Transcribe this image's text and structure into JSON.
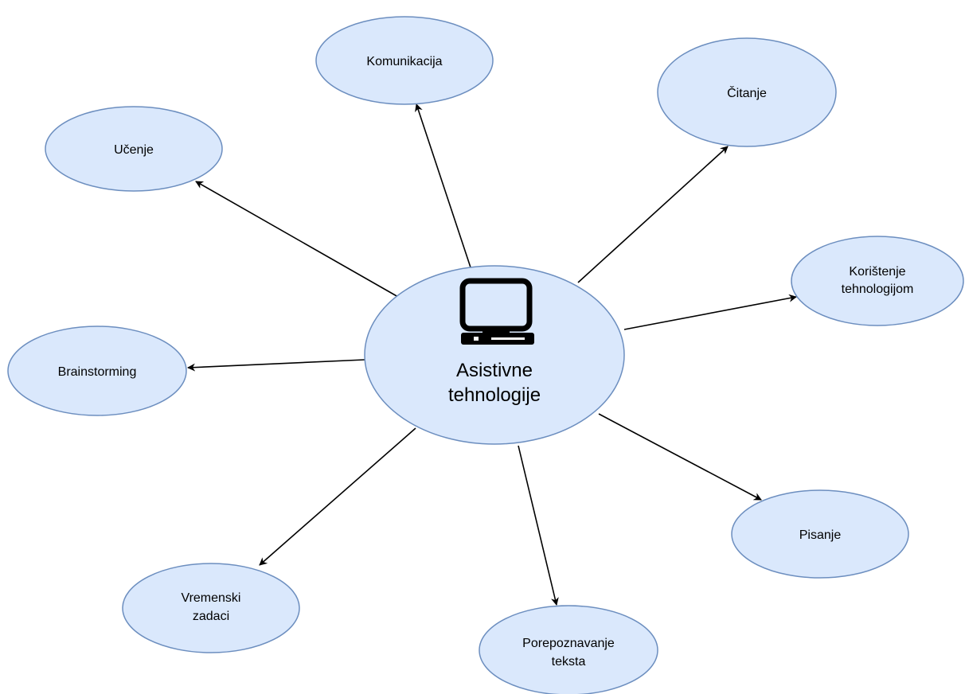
{
  "diagram": {
    "center": {
      "label_line1": "Asistivne",
      "label_line2": "tehnologije",
      "icon": "computer-monitor-icon"
    },
    "nodes": [
      {
        "id": "komunikacija",
        "line1": "Komunikacija",
        "line2": ""
      },
      {
        "id": "citanje",
        "line1": "Čitanje",
        "line2": ""
      },
      {
        "id": "ucenje",
        "line1": "Učenje",
        "line2": ""
      },
      {
        "id": "koristenje",
        "line1": "Korištenje",
        "line2": "tehnologijom"
      },
      {
        "id": "brainstorming",
        "line1": "Brainstorming",
        "line2": ""
      },
      {
        "id": "pisanje",
        "line1": "Pisanje",
        "line2": ""
      },
      {
        "id": "vremenski",
        "line1": "Vremenski",
        "line2": "zadaci"
      },
      {
        "id": "porepoznavanje",
        "line1": "Porepoznavanje",
        "line2": "teksta"
      }
    ],
    "colors": {
      "node_fill": "#dae8fc",
      "node_stroke": "#6c8ebf",
      "edge": "#000000"
    }
  }
}
